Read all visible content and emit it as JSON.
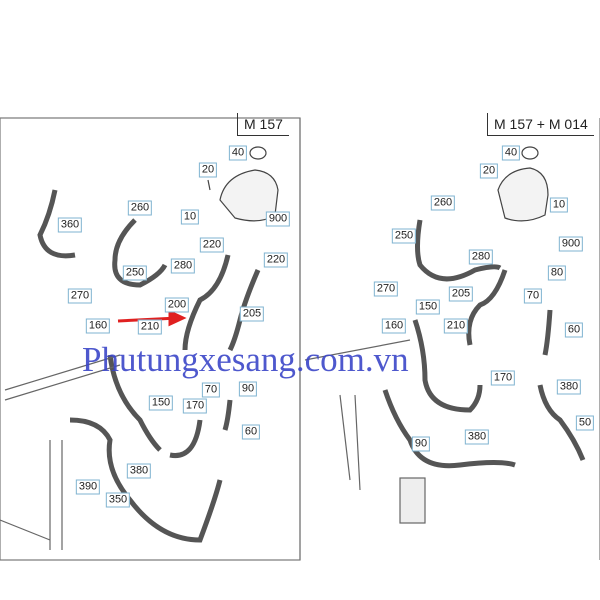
{
  "panels": [
    {
      "title": "M 157",
      "labels": [
        "40",
        "20",
        "10",
        "900",
        "260",
        "360",
        "250",
        "280",
        "270",
        "220",
        "220",
        "200",
        "205",
        "160",
        "210",
        "90",
        "70",
        "150",
        "170",
        "60",
        "380",
        "390",
        "350"
      ]
    },
    {
      "title": "M 157 + M 014",
      "labels": [
        "40",
        "20",
        "10",
        "900",
        "260",
        "250",
        "280",
        "270",
        "205",
        "150",
        "160",
        "210",
        "80",
        "70",
        "60",
        "170",
        "380",
        "50",
        "90",
        "380"
      ]
    }
  ],
  "watermark": "Phutungxesang.com.vn",
  "colors": {
    "label_border": "#7fb3d0",
    "arrow": "#e02020",
    "watermark": "#3b46c8"
  }
}
